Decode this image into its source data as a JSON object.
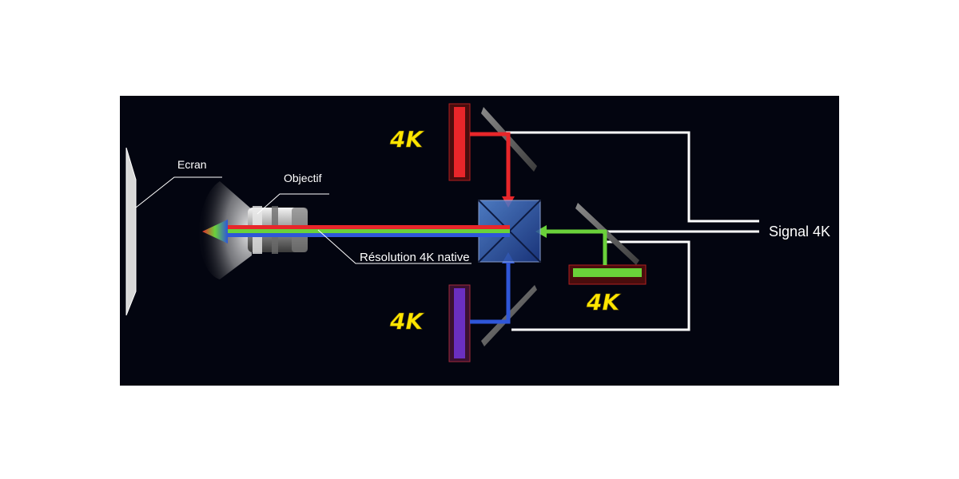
{
  "labels": {
    "screen": "Ecran",
    "lens": "Objectif",
    "resolution": "Résolution 4K native",
    "signal": "Signal 4K"
  },
  "badges": {
    "red_panel": "4K",
    "blue_panel": "4K",
    "green_panel": "4K"
  },
  "colors": {
    "background": "#030510",
    "red": "#e8262a",
    "green": "#6ad13a",
    "blue": "#2f56d8",
    "badge": "#ffe600",
    "signal_lines": "#ffffff"
  }
}
